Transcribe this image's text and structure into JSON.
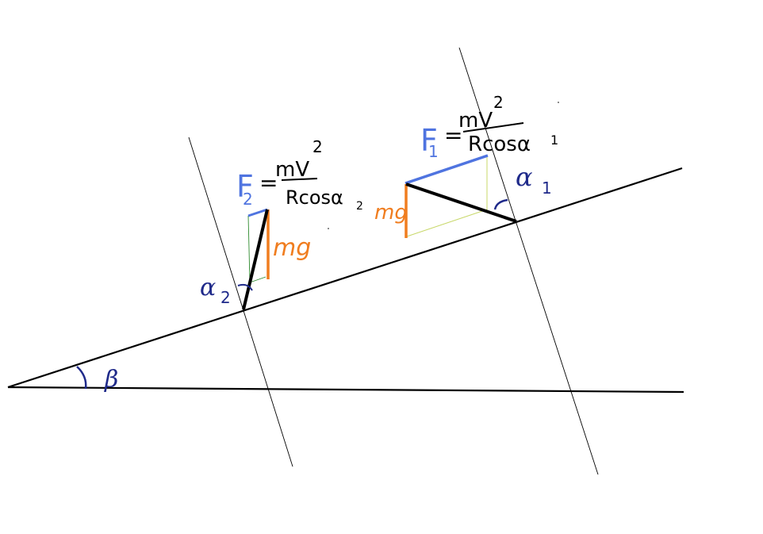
{
  "colors": {
    "ink": "#000000",
    "blue_force": "#4f74e0",
    "orange_force": "#f07d1f",
    "navy_label": "#1f2a8a",
    "green_guide": "#2e8b2e",
    "yellow_guide": "#c8d86a"
  },
  "labels": {
    "beta": "β",
    "alpha1": "α",
    "alpha1_sub": "1",
    "alpha2": "α",
    "alpha2_sub": "2",
    "f1_symbol": "F",
    "f1_sub": "1",
    "f1_equals": "=",
    "f1_numerator": "mV",
    "f1_power": "2",
    "f1_denominator": "Rcosα",
    "f1_den_sub": "1",
    "f2_symbol": "F",
    "f2_sub": "2",
    "f2_equals": "=",
    "f2_numerator": "mV",
    "f2_power": "2",
    "f2_denominator": "Rcosα",
    "f2_den_sub": "2",
    "mg_left": "mg",
    "mg_right": "mg"
  }
}
